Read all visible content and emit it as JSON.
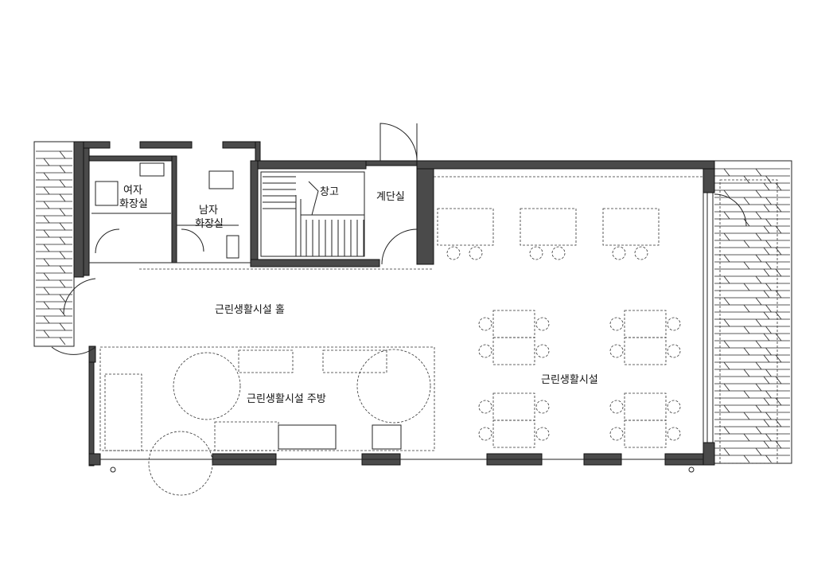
{
  "rooms": {
    "women_toilet": [
      "여자",
      "화장실"
    ],
    "men_toilet": [
      "남자",
      "화장실"
    ],
    "storage": "창고",
    "stairs": "계단실",
    "hall": "근린생활시설 홀",
    "main": "근린생활시설",
    "kitchen": "근린생활시설 주방"
  }
}
